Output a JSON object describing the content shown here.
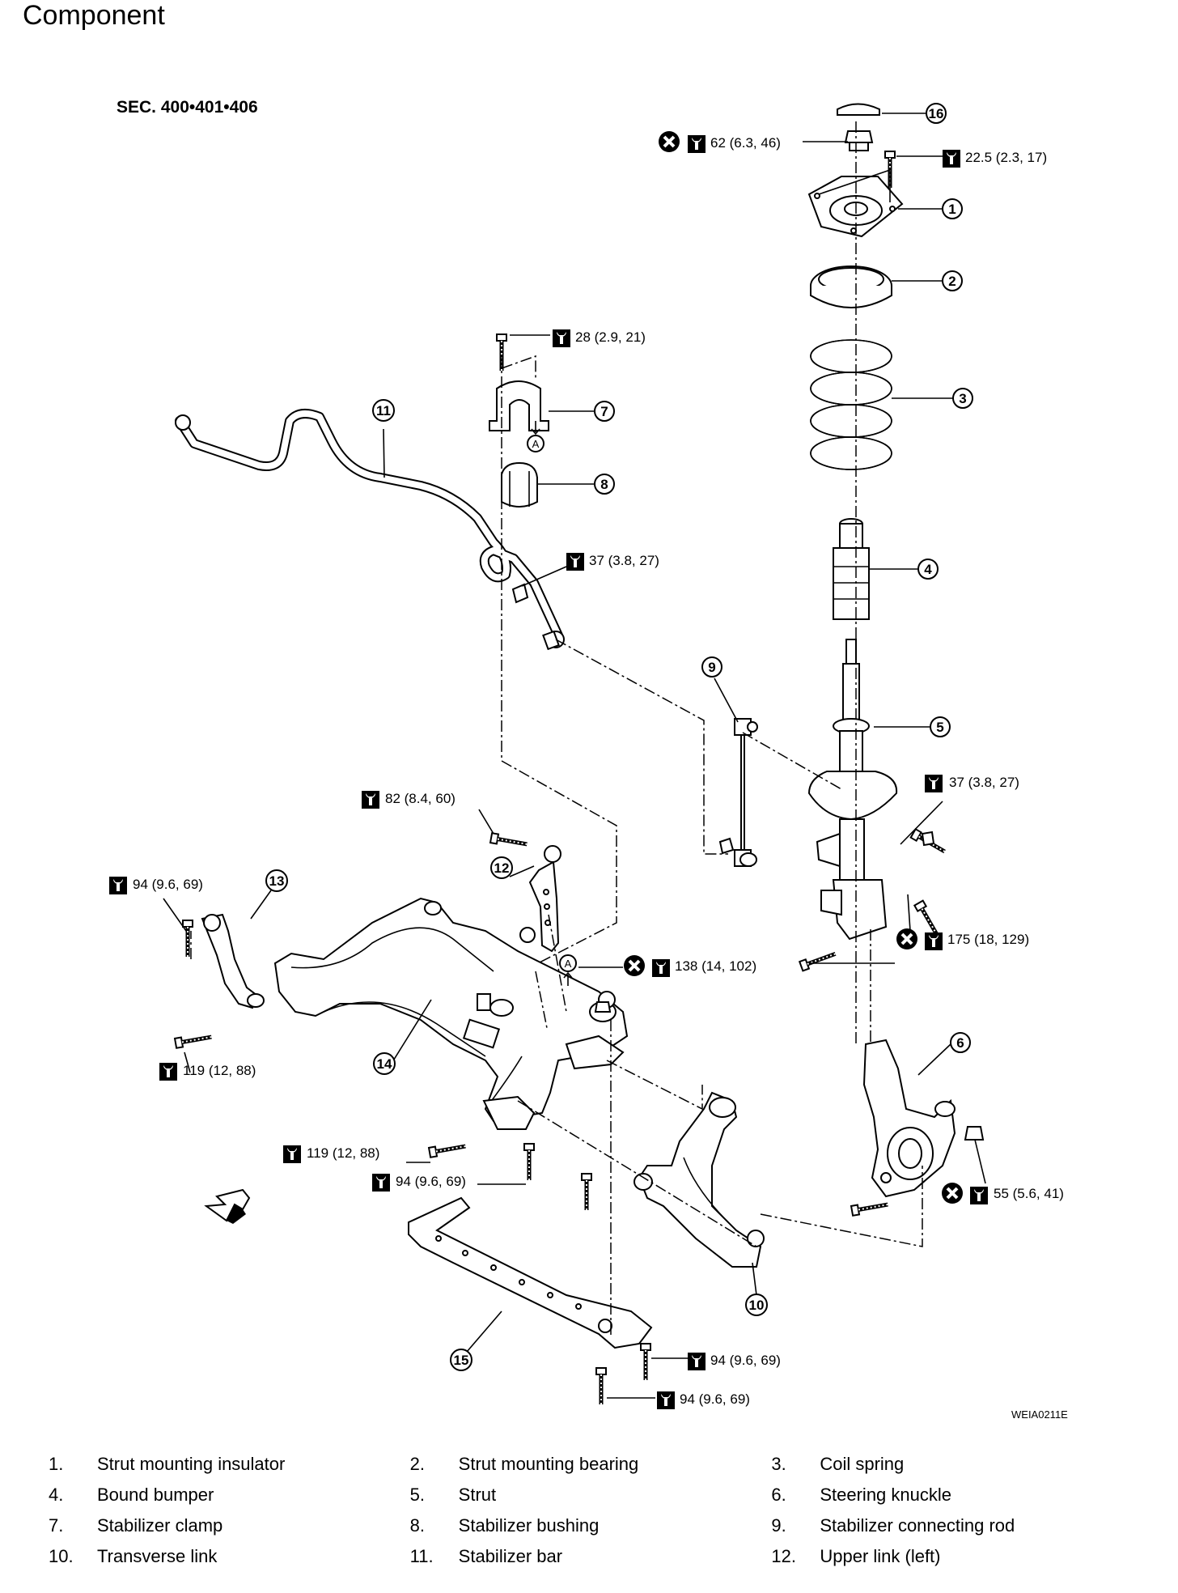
{
  "page_title": "Component",
  "section_ref": "SEC. 400•401•406",
  "figure_code": "WEIA0211E",
  "torque_specs": [
    {
      "id": "t62",
      "value": "62 (6.3, 46)"
    },
    {
      "id": "t225",
      "value": "22.5 (2.3, 17)"
    },
    {
      "id": "t28",
      "value": "28 (2.9, 21)"
    },
    {
      "id": "t37a",
      "value": "37 (3.8, 27)"
    },
    {
      "id": "t37b",
      "value": "37 (3.8, 27)"
    },
    {
      "id": "t82",
      "value": "82 (8.4, 60)"
    },
    {
      "id": "t94a",
      "value": "94 (9.6, 69)"
    },
    {
      "id": "t175",
      "value": "175 (18, 129)"
    },
    {
      "id": "t138",
      "value": "138 (14, 102)"
    },
    {
      "id": "t119a",
      "value": "119 (12, 88)"
    },
    {
      "id": "t119b",
      "value": "119 (12, 88)"
    },
    {
      "id": "t94b",
      "value": "94 (9.6, 69)"
    },
    {
      "id": "t55",
      "value": "55 (5.6, 41)"
    },
    {
      "id": "t94c",
      "value": "94 (9.6, 69)"
    },
    {
      "id": "t94d",
      "value": "94 (9.6, 69)"
    }
  ],
  "callouts": [
    "1",
    "2",
    "3",
    "4",
    "5",
    "6",
    "7",
    "8",
    "9",
    "10",
    "11",
    "12",
    "13",
    "14",
    "15",
    "16"
  ],
  "ref_marker": "A",
  "legend": [
    {
      "num": "1.",
      "name": "Strut mounting insulator"
    },
    {
      "num": "2.",
      "name": "Strut mounting bearing"
    },
    {
      "num": "3.",
      "name": "Coil spring"
    },
    {
      "num": "4.",
      "name": "Bound bumper"
    },
    {
      "num": "5.",
      "name": "Strut"
    },
    {
      "num": "6.",
      "name": "Steering knuckle"
    },
    {
      "num": "7.",
      "name": "Stabilizer clamp"
    },
    {
      "num": "8.",
      "name": "Stabilizer bushing"
    },
    {
      "num": "9.",
      "name": "Stabilizer connecting rod"
    },
    {
      "num": "10.",
      "name": "Transverse link"
    },
    {
      "num": "11.",
      "name": "Stabilizer bar"
    },
    {
      "num": "12.",
      "name": "Upper link (left)"
    }
  ]
}
